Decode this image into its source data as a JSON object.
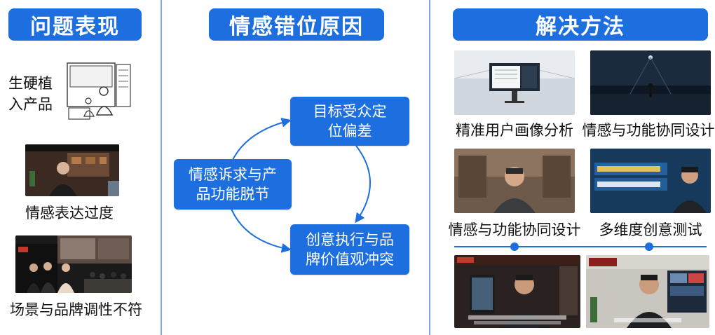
{
  "columns": {
    "problems": {
      "header": "问题表现",
      "items": [
        {
          "label": "生硬植\n入产品"
        },
        {
          "label": "情感表达过度"
        },
        {
          "label": "场景与品牌调性不符"
        }
      ]
    },
    "causes": {
      "header": "情感错位原因",
      "nodes": {
        "appeal": {
          "line1": "情感诉求与产",
          "line2": "品功能脱节"
        },
        "target": {
          "line1": "目标受众定",
          "line2": "位偏差"
        },
        "creative": {
          "line1": "创意执行与品",
          "line2": "牌价值观冲突"
        }
      }
    },
    "solutions": {
      "header": "解决方法",
      "items": [
        {
          "label": "精准用户画像分析"
        },
        {
          "label": "情感与功能协同设计"
        },
        {
          "label": "情感与功能协同设计"
        },
        {
          "label": "多维度创意测试"
        }
      ]
    }
  },
  "colors": {
    "accent": "#1d6fe0",
    "divider": "#7fa6e6"
  }
}
